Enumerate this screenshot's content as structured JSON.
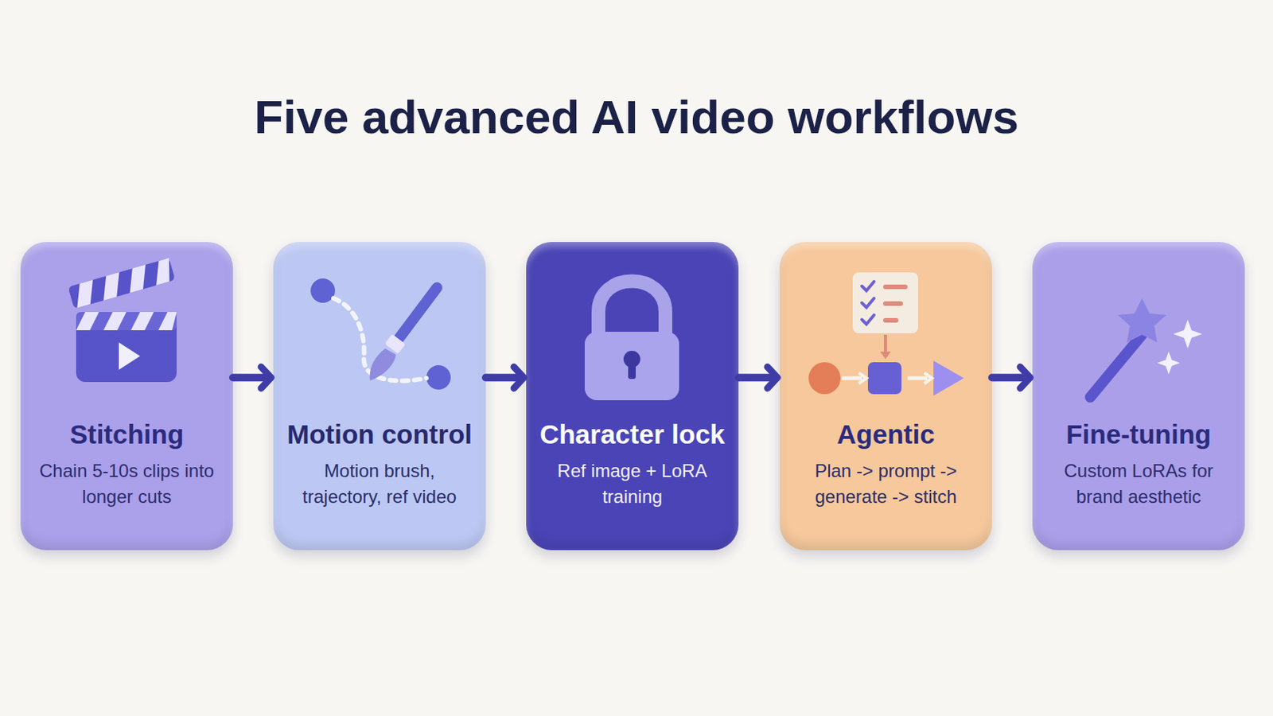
{
  "diagram": {
    "title": "Five advanced AI video workflows",
    "nodes": [
      {
        "text": [
          "Stitching",
          "Chain 5-10s clips into longer cuts"
        ]
      },
      {
        "text": [
          "Motion control",
          "Motion brush, trajectory, ref video"
        ]
      },
      {
        "text": [
          "Character lock",
          "Ref image + LoRA training"
        ]
      },
      {
        "text": [
          "Agentic",
          "Plan -> prompt -> generate -> stitch"
        ]
      },
      {
        "text": [
          "Fine-tuning",
          "Custom LoRAs for brand aesthetic"
        ]
      }
    ],
    "edges": [
      {
        "from": 0,
        "to": 1,
        "arrow": "to"
      },
      {
        "from": 1,
        "to": 2,
        "arrow": "to"
      },
      {
        "from": 2,
        "to": 3,
        "arrow": "to"
      },
      {
        "from": 3,
        "to": 4,
        "arrow": "to"
      }
    ]
  }
}
